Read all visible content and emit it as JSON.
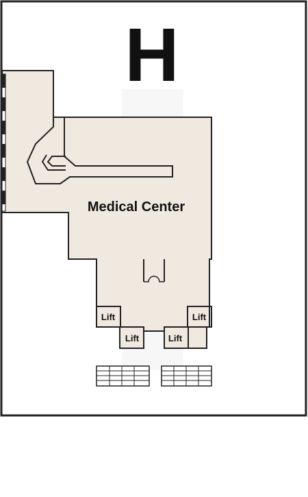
{
  "map": {
    "watermark": "H",
    "rooms": {
      "main": {
        "label": "Medical Center"
      },
      "lifts": [
        {
          "label": "Lift"
        },
        {
          "label": "Lift"
        },
        {
          "label": "Lift"
        },
        {
          "label": "Lift"
        }
      ]
    }
  },
  "colors": {
    "floor": "#efe9df",
    "wall": "#222222",
    "frame": "#222222",
    "background": "#ffffff",
    "watermark": "#f6f6f6"
  }
}
